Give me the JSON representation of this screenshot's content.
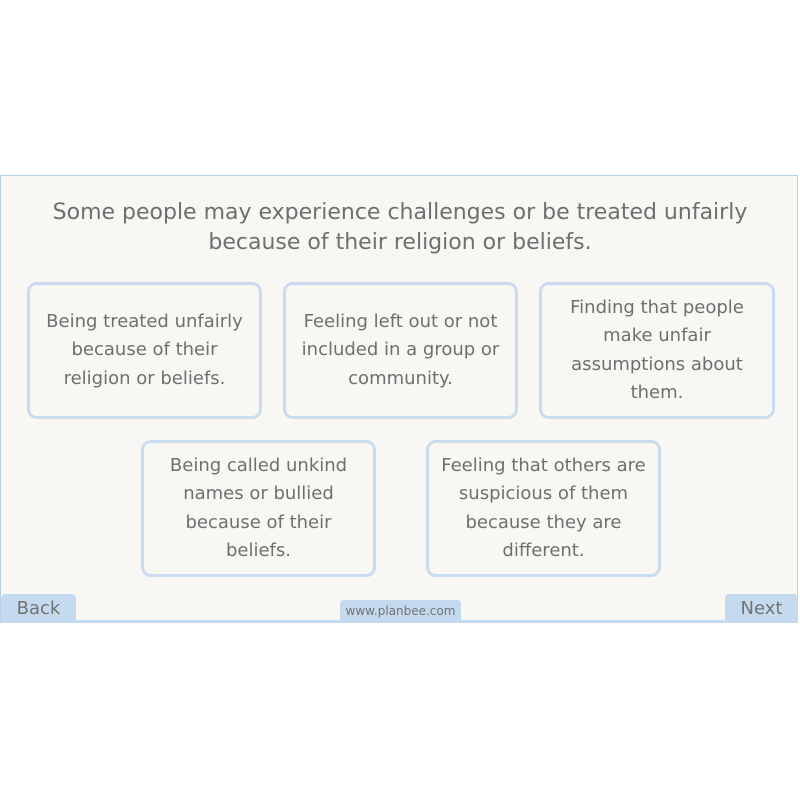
{
  "slide": {
    "headline": "Some people may experience challenges or be treated unfairly because of their religion or beliefs.",
    "cards": [
      {
        "text": "Being treated unfairly because of their religion or beliefs."
      },
      {
        "text": "Feeling left out or not included in a group or community."
      },
      {
        "text": "Finding that people make unfair assumptions about them."
      },
      {
        "text": "Being called unkind names or bullied because of their beliefs."
      },
      {
        "text": "Feeling that others are suspicious of them because they are different."
      }
    ]
  },
  "nav": {
    "back_label": "Back",
    "next_label": "Next"
  },
  "footer": {
    "url": "www.planbee.com"
  },
  "colors": {
    "slide_background": "#f9f7f4",
    "card_border": "#c9dcf0",
    "button_background": "#c6daef",
    "text": "#6f6f6f"
  }
}
